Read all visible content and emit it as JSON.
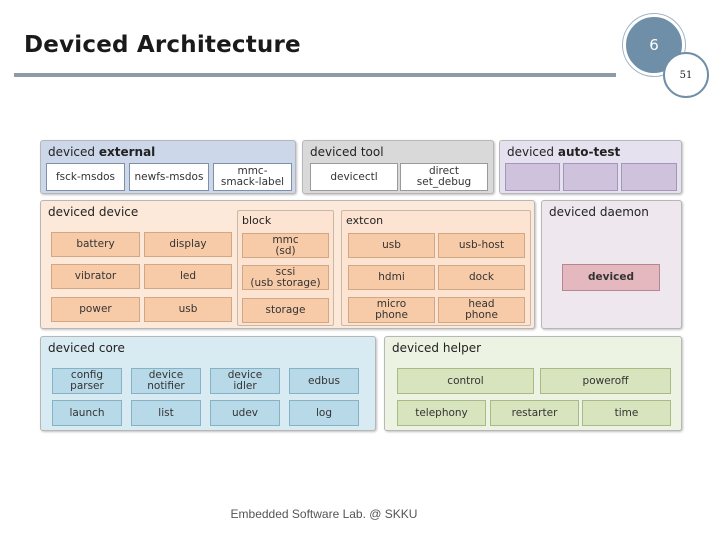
{
  "slide": {
    "title": "Deviced Architecture",
    "chapter_number": "6",
    "page_number": "51",
    "footer": "Embedded Software Lab. @ SKKU"
  },
  "diagram": {
    "external": {
      "title_prefix": "deviced ",
      "title_bold": "external",
      "boxes": [
        "fsck-msdos",
        "newfs-msdos",
        "mmc-\nsmack-label"
      ]
    },
    "tool": {
      "title": "deviced tool",
      "boxes": [
        "devicectl",
        "direct\nset_debug"
      ]
    },
    "autotest": {
      "title_prefix": "deviced ",
      "title_bold": "auto-test"
    },
    "device": {
      "title": "deviced device",
      "boxes": [
        "battery",
        "display",
        "vibrator",
        "led",
        "power",
        "usb"
      ],
      "block": {
        "title": "block",
        "boxes": [
          "mmc\n(sd)",
          "scsi\n(usb storage)",
          "storage"
        ]
      },
      "extcon": {
        "title": "extcon",
        "boxes": [
          "usb",
          "usb-host",
          "hdmi",
          "dock",
          "micro\nphone",
          "head\nphone"
        ]
      }
    },
    "daemon": {
      "title": "deviced daemon",
      "boxes": [
        "deviced"
      ]
    },
    "core": {
      "title": "deviced core",
      "boxes": [
        "config\nparser",
        "device\nnotifier",
        "device\nidler",
        "edbus",
        "launch",
        "list",
        "udev",
        "log"
      ]
    },
    "helper": {
      "title": "deviced helper",
      "boxes": [
        "control",
        "poweroff",
        "telephony",
        "restarter",
        "time"
      ]
    }
  }
}
